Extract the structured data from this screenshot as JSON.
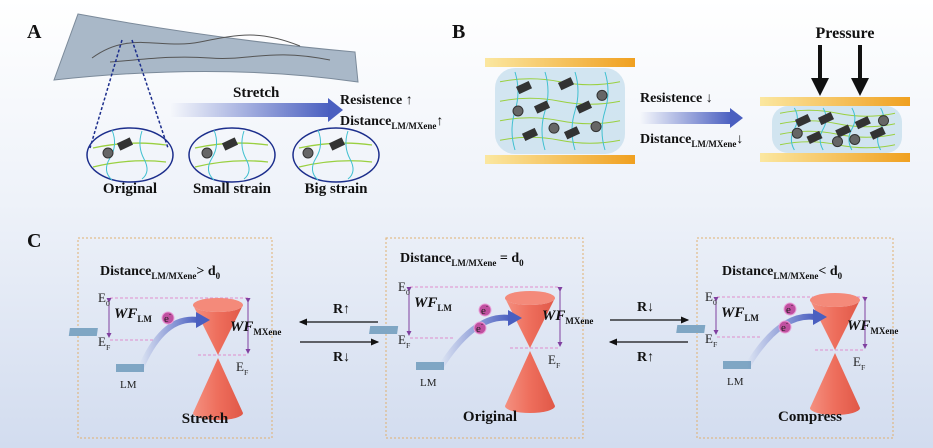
{
  "panel_a": {
    "label": "A",
    "arrow_label": "Stretch",
    "resistance": "Resistence",
    "resistance_arrow": "↑",
    "distance": "Distance",
    "distance_sub": "LM/MXene",
    "distance_arrow": "↑",
    "states": [
      "Original",
      "Small strain",
      "Big strain"
    ]
  },
  "panel_b": {
    "label": "B",
    "pressure": "Pressure",
    "resistance": "Resistence",
    "resistance_arrow": "↓",
    "distance": "Distance",
    "distance_sub": "LM/MXene",
    "distance_arrow": "↓"
  },
  "panel_c": {
    "label": "C",
    "panels": [
      {
        "distance": "Distance",
        "sub": "LM/MXene",
        "relation": "> ",
        "d": "d",
        "d_sub": "0",
        "caption": "Stretch"
      },
      {
        "distance": "Distance",
        "sub": "LM/MXene",
        "relation": " =  ",
        "d": "d",
        "d_sub": "0",
        "caption": "Original"
      },
      {
        "distance": "Distance",
        "sub": "LM/MXene",
        "relation": "< ",
        "d": "d",
        "d_sub": "0",
        "caption": "Compress"
      }
    ],
    "e0": "E",
    "e0_sub": "0",
    "ef": "E",
    "ef_sub": "F",
    "wf": "WF",
    "wf_lm_sub": "LM",
    "wf_mx_sub": "MXene",
    "lm": "LM",
    "electron": "e",
    "electron_sup": "-",
    "r_up": "R↑",
    "r_down": "R↓"
  },
  "colors": {
    "background_top": "#ffffff",
    "background_bottom": "#d4def0",
    "arrow_blue": "#4a5fc0",
    "plate_orange": "#f0a020",
    "cone": "#f07060",
    "fiber_green": "#9ad040",
    "fiber_cyan": "#40c0d0",
    "ellipse": "#1c2e8c",
    "wf_purple": "#8040a0"
  }
}
